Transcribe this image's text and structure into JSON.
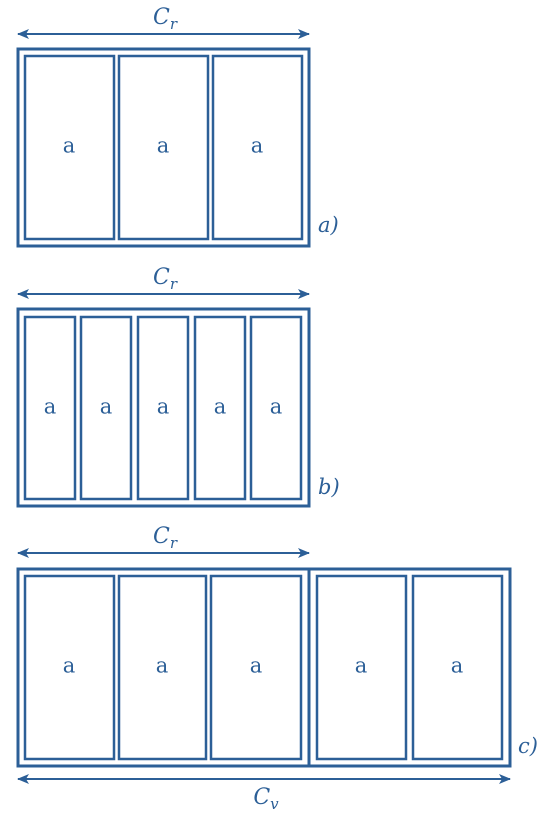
{
  "colors": {
    "stroke": "#2c5f97"
  },
  "figures": [
    {
      "id": "a",
      "label": "a)",
      "dimension_top": {
        "base": "C",
        "sub": "r"
      },
      "panel_label": "a",
      "panel_count": 3
    },
    {
      "id": "b",
      "label": "b)",
      "dimension_top": {
        "base": "C",
        "sub": "r"
      },
      "panel_label": "a",
      "panel_count": 5
    },
    {
      "id": "c",
      "label": "c)",
      "dimension_top": {
        "base": "C",
        "sub": "r"
      },
      "dimension_bottom": {
        "base": "C",
        "sub": "v"
      },
      "panel_label": "a",
      "panel_count": 5
    }
  ]
}
